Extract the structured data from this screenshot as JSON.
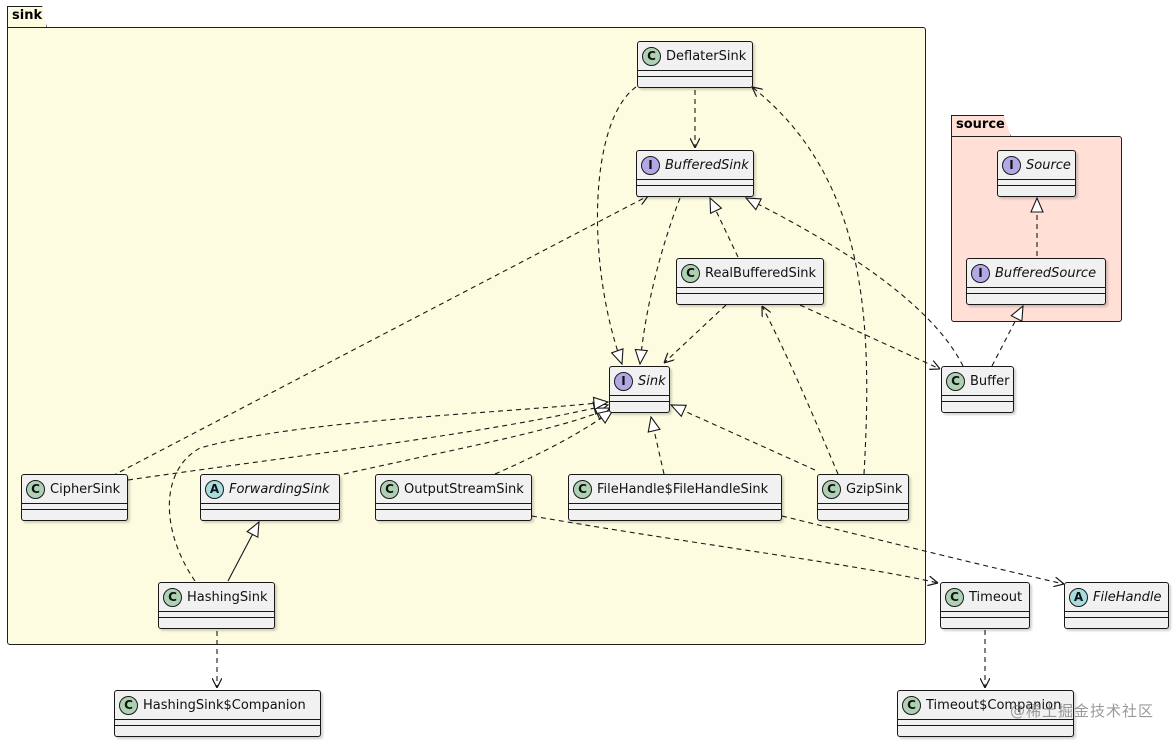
{
  "packages": [
    {
      "id": "sink",
      "label": "sink",
      "fill": "#fefce0"
    },
    {
      "id": "source",
      "label": "source",
      "fill": "#ffdfd6"
    }
  ],
  "nodes": {
    "DeflaterSink": {
      "label": "DeflaterSink",
      "stereotype": "C",
      "italic": false
    },
    "BufferedSink": {
      "label": "BufferedSink",
      "stereotype": "I",
      "italic": true
    },
    "RealBufferedSink": {
      "label": "RealBufferedSink",
      "stereotype": "C",
      "italic": false
    },
    "Sink": {
      "label": "Sink",
      "stereotype": "I",
      "italic": true
    },
    "CipherSink": {
      "label": "CipherSink",
      "stereotype": "C",
      "italic": false
    },
    "ForwardingSink": {
      "label": "ForwardingSink",
      "stereotype": "A",
      "italic": true
    },
    "OutputStreamSink": {
      "label": "OutputStreamSink",
      "stereotype": "C",
      "italic": false
    },
    "FileHandleSink": {
      "label": "FileHandle$FileHandleSink",
      "stereotype": "C",
      "italic": false
    },
    "GzipSink": {
      "label": "GzipSink",
      "stereotype": "C",
      "italic": false
    },
    "HashingSink": {
      "label": "HashingSink",
      "stereotype": "C",
      "italic": false
    },
    "HashingSinkCompanion": {
      "label": "HashingSink$Companion",
      "stereotype": "C",
      "italic": false
    },
    "Source": {
      "label": "Source",
      "stereotype": "I",
      "italic": true
    },
    "BufferedSource": {
      "label": "BufferedSource",
      "stereotype": "I",
      "italic": true
    },
    "Buffer": {
      "label": "Buffer",
      "stereotype": "C",
      "italic": false
    },
    "Timeout": {
      "label": "Timeout",
      "stereotype": "C",
      "italic": false
    },
    "FileHandle": {
      "label": "FileHandle",
      "stereotype": "A",
      "italic": true
    },
    "TimeoutCompanion": {
      "label": "Timeout$Companion",
      "stereotype": "C",
      "italic": false
    }
  },
  "edges": [
    {
      "from": "DeflaterSink",
      "to": "BufferedSink",
      "kind": "dependency"
    },
    {
      "from": "DeflaterSink",
      "to": "Sink",
      "kind": "realization"
    },
    {
      "from": "BufferedSink",
      "to": "Sink",
      "kind": "realization"
    },
    {
      "from": "RealBufferedSink",
      "to": "BufferedSink",
      "kind": "realization"
    },
    {
      "from": "RealBufferedSink",
      "to": "Sink",
      "kind": "dependency"
    },
    {
      "from": "RealBufferedSink",
      "to": "Buffer",
      "kind": "dependency"
    },
    {
      "from": "Buffer",
      "to": "BufferedSink",
      "kind": "realization"
    },
    {
      "from": "Buffer",
      "to": "BufferedSource",
      "kind": "realization"
    },
    {
      "from": "BufferedSource",
      "to": "Source",
      "kind": "realization"
    },
    {
      "from": "CipherSink",
      "to": "BufferedSink",
      "kind": "dependency"
    },
    {
      "from": "CipherSink",
      "to": "Sink",
      "kind": "realization"
    },
    {
      "from": "ForwardingSink",
      "to": "Sink",
      "kind": "realization"
    },
    {
      "from": "OutputStreamSink",
      "to": "Sink",
      "kind": "realization"
    },
    {
      "from": "OutputStreamSink",
      "to": "Timeout",
      "kind": "dependency"
    },
    {
      "from": "FileHandleSink",
      "to": "Sink",
      "kind": "realization"
    },
    {
      "from": "FileHandleSink",
      "to": "FileHandle",
      "kind": "dependency"
    },
    {
      "from": "GzipSink",
      "to": "Sink",
      "kind": "realization"
    },
    {
      "from": "GzipSink",
      "to": "RealBufferedSink",
      "kind": "dependency"
    },
    {
      "from": "GzipSink",
      "to": "DeflaterSink",
      "kind": "dependency"
    },
    {
      "from": "HashingSink",
      "to": "ForwardingSink",
      "kind": "inheritance"
    },
    {
      "from": "HashingSink",
      "to": "Sink",
      "kind": "realization"
    },
    {
      "from": "HashingSink",
      "to": "HashingSinkCompanion",
      "kind": "dependency"
    },
    {
      "from": "Timeout",
      "to": "TimeoutCompanion",
      "kind": "dependency"
    }
  ],
  "watermark": "@稀土掘金技术社区",
  "colors": {
    "class_fill": "#f1f1f1",
    "border": "#181818",
    "circle_class": "#add1b2",
    "circle_interface": "#b4a7e5",
    "circle_abstract": "#a9dcdf"
  }
}
